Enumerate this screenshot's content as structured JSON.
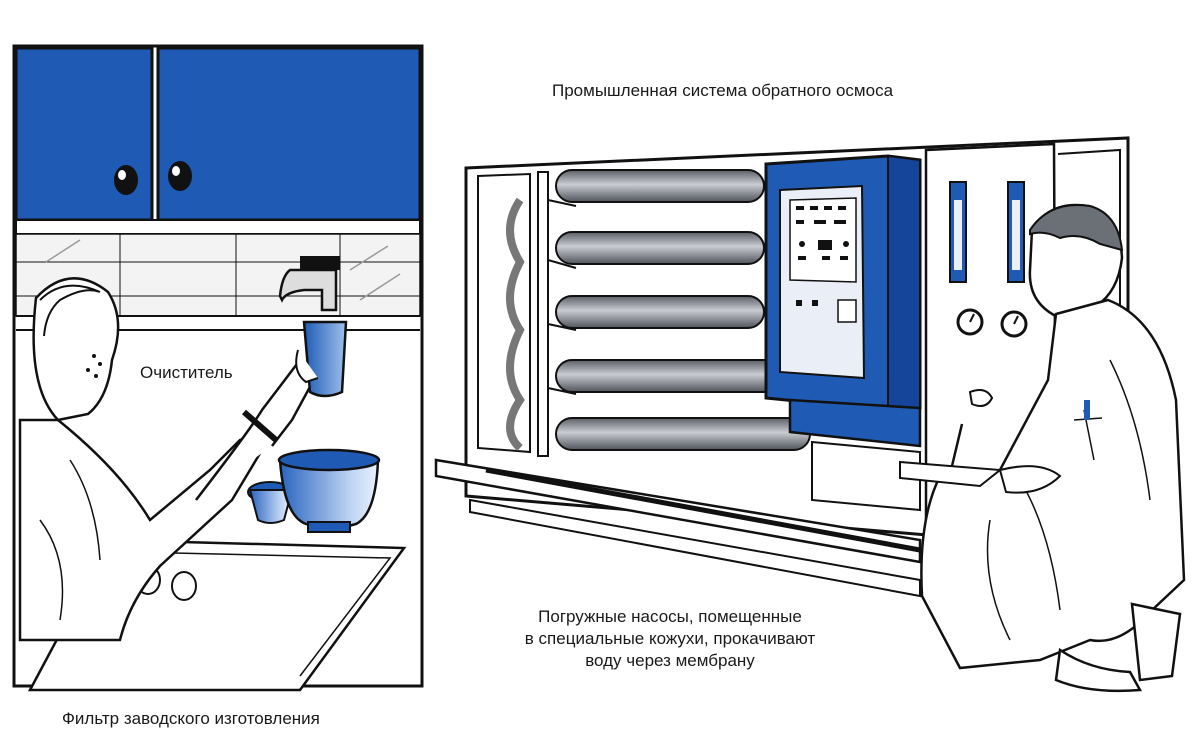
{
  "labels": {
    "ro_system": "Промышленная система обратного осмоса",
    "purifier": "Очиститель",
    "pumps": [
      "Погружные насосы, помещенные",
      "в специальные кожухи, прокачивают",
      "воду через мембрану"
    ],
    "factory_filter": "Фильтр заводского изготовления"
  },
  "colors": {
    "brand_blue": "#1f5bb5",
    "outline": "#111111",
    "pipe_grey": "#8a8d93"
  }
}
